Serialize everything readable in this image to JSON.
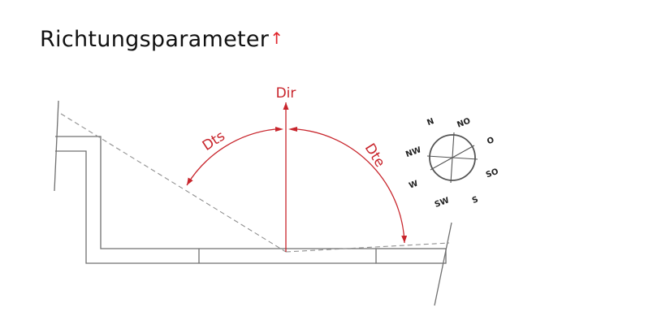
{
  "title": {
    "text": "Richtungsparameter",
    "arrow": "↑"
  },
  "labels": {
    "dir": "Dir",
    "dts": "Dts",
    "dte": "Dte"
  },
  "compass": {
    "n": "N",
    "no": "NO",
    "o": "O",
    "so": "SO",
    "s": "S",
    "sw": "SW",
    "w": "W",
    "nw": "NW"
  },
  "colors": {
    "accent": "#c8252c",
    "line": "#707070",
    "dashed": "#909090",
    "text": "#111111"
  },
  "icons": {
    "title_arrow": "arrow-up-icon",
    "compass": "compass-icon"
  }
}
